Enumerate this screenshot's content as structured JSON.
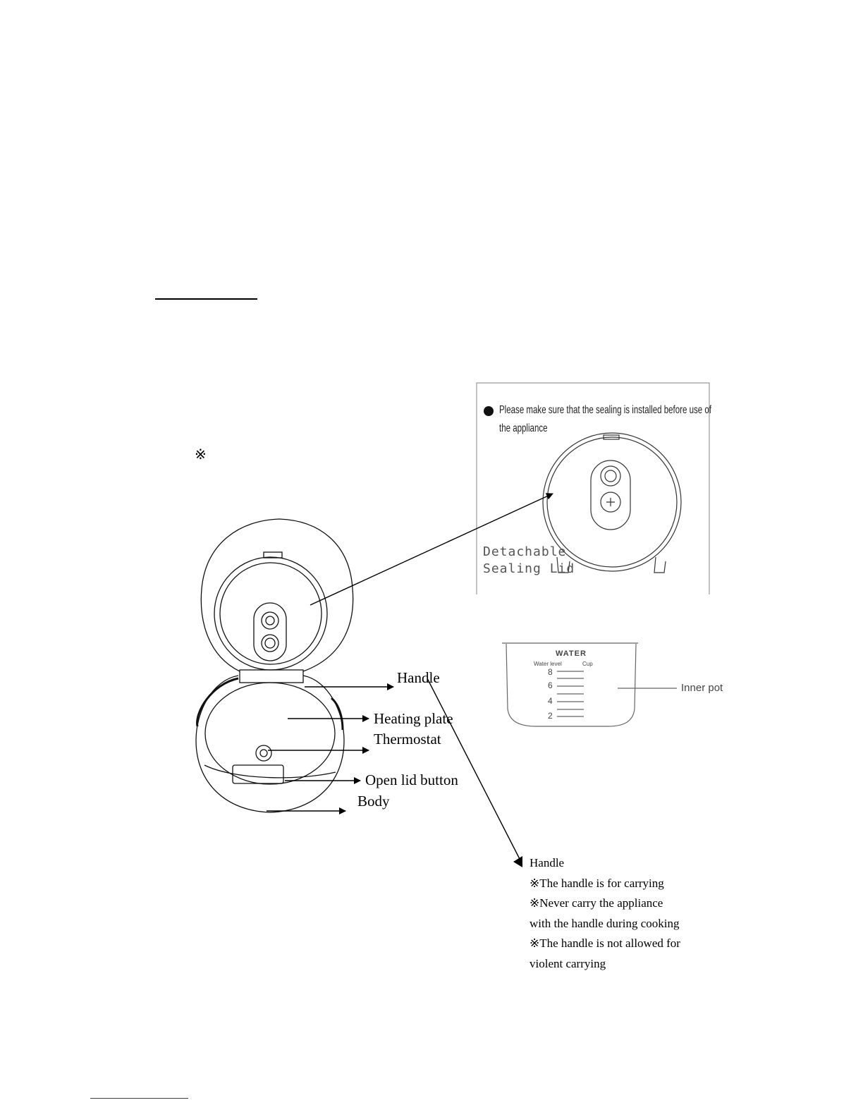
{
  "page": {
    "note_mark": "※"
  },
  "sealing_panel": {
    "notice_line1": "Please make sure that the sealing is installed before use of",
    "notice_line2": "the appliance",
    "lid_label_line1": "Detachable",
    "lid_label_line2": "Sealing Lid"
  },
  "inner_pot_panel": {
    "water_title": "WATER",
    "water_level_label": "Water level",
    "cup_label": "Cup",
    "scale_marks": [
      "8",
      "6",
      "4",
      "2"
    ],
    "pot_label": "Inner pot"
  },
  "callouts": {
    "handle": "Handle",
    "heating_plate": "Heating plate",
    "thermostat": "Thermostat",
    "open_lid_button": "Open lid button",
    "body": "Body"
  },
  "handle_notes": {
    "title": "Handle",
    "lines": [
      "※The handle is for carrying",
      "※Never carry the appliance",
      "with the handle during cooking",
      "※The handle is not allowed for",
      "violent carrying"
    ]
  }
}
